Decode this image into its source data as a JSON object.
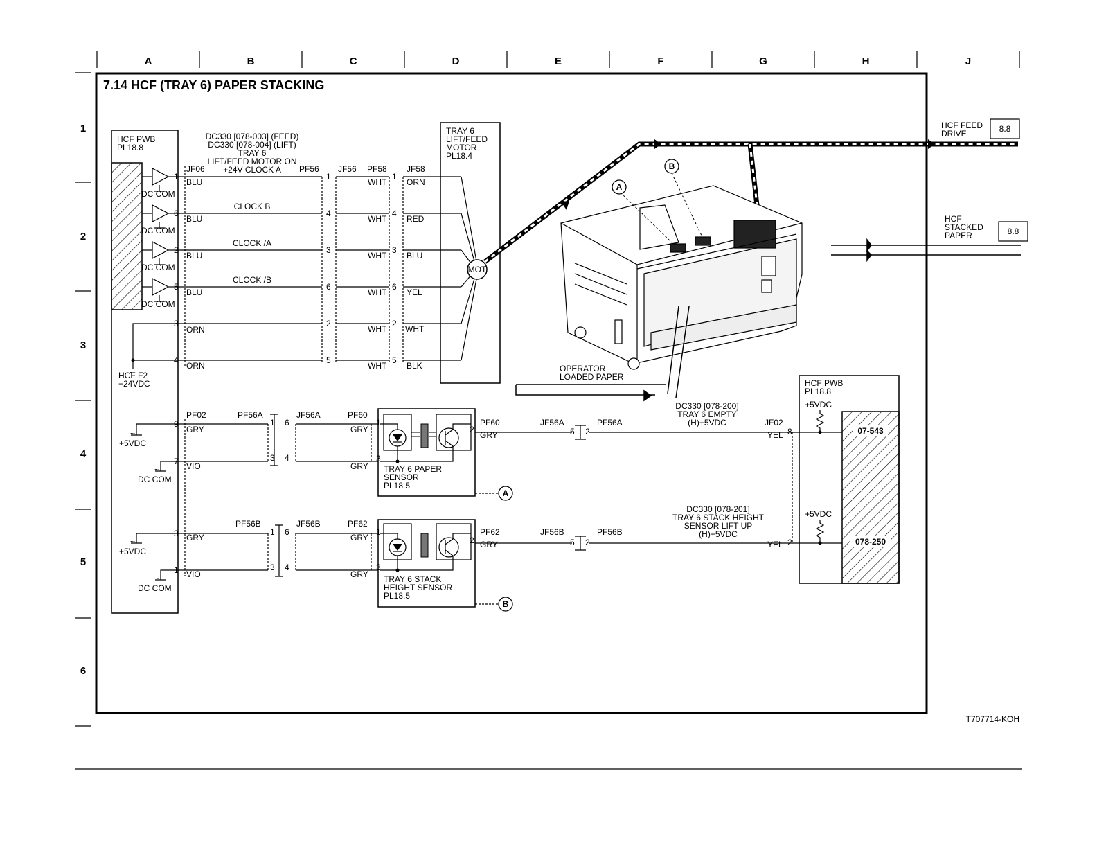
{
  "title": "7.14 HCF (TRAY 6) PAPER STACKING",
  "figure_id": "T707714-KOH",
  "grid": {
    "columns": [
      "A",
      "B",
      "C",
      "D",
      "E",
      "F",
      "G",
      "H",
      "J"
    ],
    "rows": [
      "1",
      "2",
      "3",
      "4",
      "5",
      "6"
    ]
  },
  "hcf_pwb_left": {
    "name": "HCF PWB",
    "pl": "PL18.8"
  },
  "hcf_pwb_right": {
    "name": "HCF PWB",
    "pl": "PL18.8",
    "chip1": "07-543",
    "chip2": "078-250",
    "v1": "+5VDC",
    "v2": "+5VDC"
  },
  "motor_header": {
    "dc1": "DC330 [078-003] (FEED)",
    "dc2": "DC330 [078-004] (LIFT)",
    "tray": "TRAY 6",
    "desc": "LIFT/FEED MOTOR ON",
    "signal": "+24V CLOCK A"
  },
  "connectors": {
    "jf06": "JF06",
    "pf56": "PF56",
    "jf56": "JF56",
    "pf58": "PF58",
    "jf58": "JF58",
    "pf02": "PF02",
    "pf56a": "PF56A",
    "jf56a": "JF56A",
    "pf60": "PF60",
    "pf56b": "PF56B",
    "jf56b": "JF56B",
    "pf62": "PF62",
    "jf02": "JF02"
  },
  "dc_com": "DC COM",
  "motor": {
    "l1": "TRAY 6",
    "l2": "LIFT/FEED",
    "l3": "MOTOR",
    "l4": "PL18.4",
    "mot": "MOT"
  },
  "motor_wires": [
    {
      "pin": "1",
      "pin_r": "1",
      "left": "BLU",
      "mid": "WHT",
      "right": "ORN",
      "sig": ""
    },
    {
      "pin": "6",
      "pin_r": "4",
      "left": "BLU",
      "mid": "WHT",
      "right": "RED",
      "sig": "CLOCK B"
    },
    {
      "pin": "2",
      "pin_r": "3",
      "left": "BLU",
      "mid": "WHT",
      "right": "BLU",
      "sig": "CLOCK /A"
    },
    {
      "pin": "5",
      "pin_r": "6",
      "left": "BLU",
      "mid": "WHT",
      "right": "YEL",
      "sig": "CLOCK /B"
    },
    {
      "pin": "3",
      "pin_r": "2",
      "left": "ORN",
      "mid": "WHT",
      "right": "WHT",
      "sig": ""
    },
    {
      "pin": "4",
      "pin_r": "5",
      "left": "ORN",
      "mid": "WHT",
      "right": "BLK",
      "sig": ""
    }
  ],
  "hcf_f2": {
    "l1": "HCF F2",
    "l2": "+24VDC"
  },
  "vdc5": "+5VDC",
  "sensor1": {
    "l1": "TRAY 6 PAPER",
    "l2": "SENSOR",
    "l3": "PL18.5",
    "ref": "A",
    "dc1": "DC330 [078-200]",
    "dc2": "TRAY 6 EMPTY",
    "dc3": "(H)+5VDC"
  },
  "sensor2": {
    "l1": "TRAY 6 STACK",
    "l2": "HEIGHT SENSOR",
    "l3": "PL18.5",
    "ref": "B",
    "dc1": "DC330 [078-201]",
    "dc2": "TRAY 6 STACK HEIGHT",
    "dc3": "SENSOR LIFT UP",
    "dc4": "(H)+5VDC"
  },
  "pins": {
    "p1": "1",
    "p2": "2",
    "p3": "3",
    "p4": "4",
    "p5": "5",
    "p6": "6",
    "p7": "7",
    "p8": "8",
    "p9": "9"
  },
  "wire_colors": {
    "gry": "GRY",
    "vio": "VIO",
    "yel": "YEL"
  },
  "refs": {
    "a": "A",
    "b": "B"
  },
  "right_labels": {
    "feed1": "HCF FEED",
    "feed2": "DRIVE",
    "feed_ref": "8.8",
    "stk1": "HCF",
    "stk2": "STACKED",
    "stk3": "PAPER",
    "stk_ref": "8.8"
  },
  "operator": {
    "l1": "OPERATOR",
    "l2": "LOADED PAPER"
  }
}
